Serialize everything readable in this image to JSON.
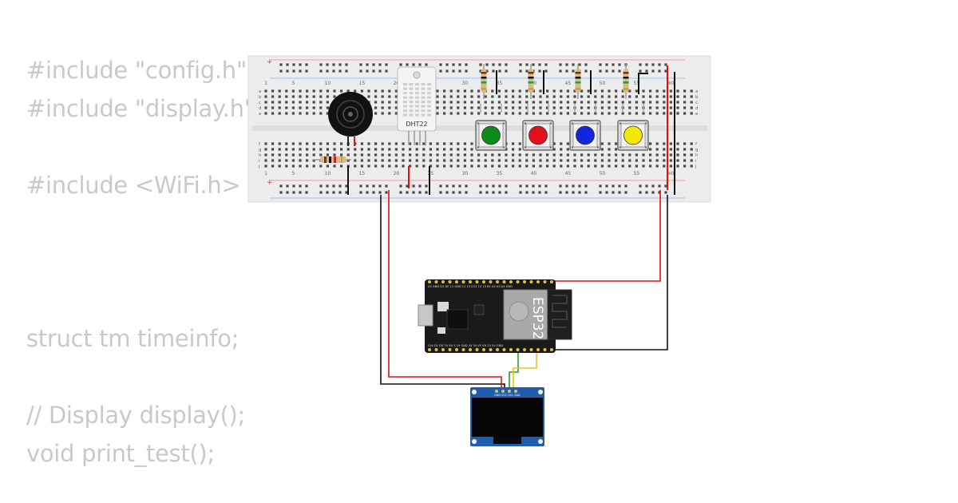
{
  "code_lines": {
    "line1": "#include \"config.h\"",
    "line2": "#include \"display.h\"",
    "line3": "#include <WiFi.h>",
    "line4": "struct tm timeinfo;",
    "line5": "// Display display();",
    "line6": "void print_test();"
  },
  "breadcolumns": [
    "1",
    "5",
    "10",
    "15",
    "20",
    "25",
    "30",
    "35",
    "40",
    "45",
    "50",
    "55",
    "60"
  ],
  "breadrows_top": [
    "a",
    "b",
    "c",
    "d",
    "e"
  ],
  "breadrows_bottom": [
    "f",
    "g",
    "h",
    "i",
    "j"
  ],
  "rail_plus": "+",
  "rail_minus": "-",
  "dht_label": "DHT22",
  "esp_label": "ESP32",
  "esp_top_pins": "A5 GND D2 DE 11 GND 11 15 D12 15 13 B1 A4 A3 A3 GND",
  "esp_bottom_pins": "CLK D1 D0 TX RX S 19 GND 34 39 VP VN 23 5V GND",
  "oled_pins": "GND VCC SCL SDA",
  "buttons": [
    "green",
    "red",
    "blue",
    "yellow"
  ],
  "colors": {
    "button_green": "#0c8a1c",
    "button_red": "#e0101c",
    "button_blue": "#1425dd",
    "button_yellow": "#f4e800",
    "wire_red": "#e01010",
    "wire_black": "#111111",
    "wire_green": "#2a9d2a",
    "wire_yellow": "#f0c020",
    "oled_board": "#1d5fae"
  }
}
